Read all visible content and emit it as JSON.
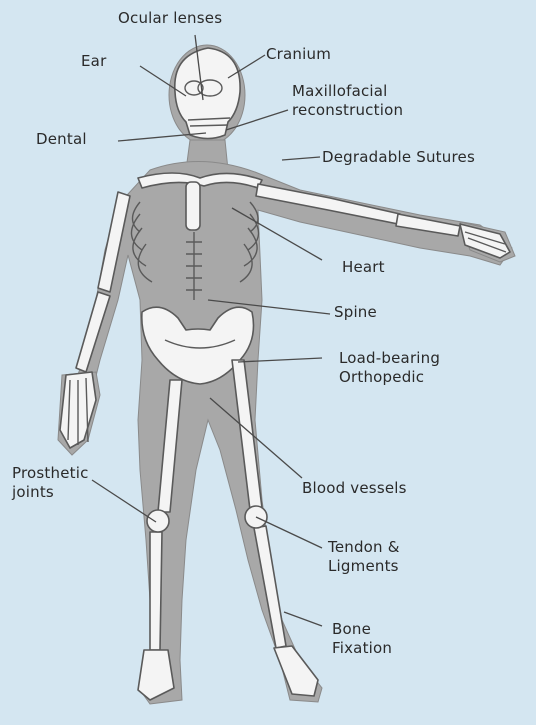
{
  "colors": {
    "background": "#d4e6f1",
    "body_silhouette": "#a8a8a8",
    "bone_fill": "#f4f4f4",
    "bone_outline": "#5a5a5a",
    "leader_line": "#4a4a4a",
    "label_text": "#2a2a2a"
  },
  "labels": {
    "ocular_lenses": "Ocular lenses",
    "ear": "Ear",
    "cranium": "Cranium",
    "maxillofacial": "Maxillofacial\nreconstruction",
    "dental": "Dental",
    "degradable_sutures": "Degradable Sutures",
    "heart": "Heart",
    "spine": "Spine",
    "load_bearing": "Load-bearing\nOrthopedic",
    "blood_vessels": "Blood vessels",
    "prosthetic_joints": "Prosthetic\njoints",
    "tendon": "Tendon &\nLigments",
    "bone_fixation": "Bone\nFixation"
  }
}
